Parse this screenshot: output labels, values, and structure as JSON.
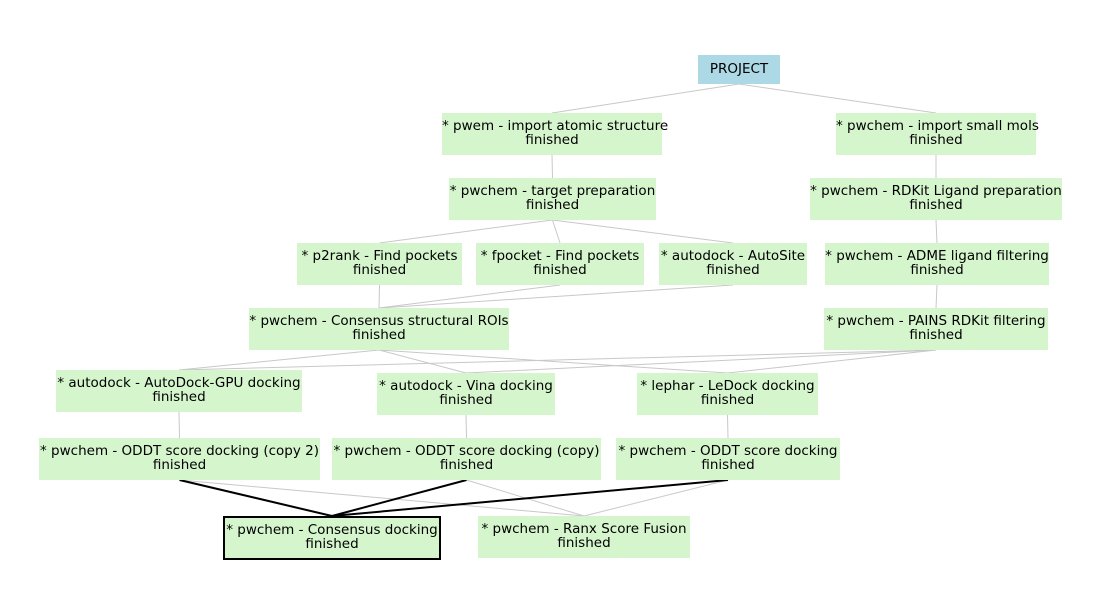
{
  "project": {
    "label": "PROJECT"
  },
  "nodes": {
    "import_atomic": {
      "title": "* pwem - import atomic structure",
      "status": "finished"
    },
    "import_small": {
      "title": "* pwchem - import small mols",
      "status": "finished"
    },
    "target_prep": {
      "title": "* pwchem - target preparation",
      "status": "finished"
    },
    "rdkit_ligprep": {
      "title": "* pwchem - RDKit Ligand preparation",
      "status": "finished"
    },
    "p2rank": {
      "title": "* p2rank - Find pockets",
      "status": "finished"
    },
    "fpocket": {
      "title": "* fpocket - Find pockets",
      "status": "finished"
    },
    "autosite": {
      "title": "* autodock - AutoSite",
      "status": "finished"
    },
    "adme": {
      "title": "* pwchem - ADME ligand filtering",
      "status": "finished"
    },
    "consensus_rois": {
      "title": "* pwchem - Consensus structural ROIs",
      "status": "finished"
    },
    "pains": {
      "title": "* pwchem - PAINS RDKit filtering",
      "status": "finished"
    },
    "autodock_gpu": {
      "title": "* autodock - AutoDock-GPU docking",
      "status": "finished"
    },
    "vina": {
      "title": "* autodock - Vina docking",
      "status": "finished"
    },
    "ledock": {
      "title": "* lephar - LeDock docking",
      "status": "finished"
    },
    "oddt_copy2": {
      "title": "* pwchem - ODDT score docking (copy 2)",
      "status": "finished"
    },
    "oddt_copy": {
      "title": "* pwchem - ODDT score docking (copy)",
      "status": "finished"
    },
    "oddt": {
      "title": "* pwchem - ODDT score docking",
      "status": "finished"
    },
    "consensus_dock": {
      "title": "* pwchem - Consensus docking",
      "status": "finished"
    },
    "ranx": {
      "title": "* pwchem - Ranx Score Fusion",
      "status": "finished"
    }
  },
  "colors": {
    "node_fill": "#d5f5cd",
    "project_fill": "#add8e6",
    "edge": "#c8c8c8",
    "selected_edge": "#000000"
  }
}
